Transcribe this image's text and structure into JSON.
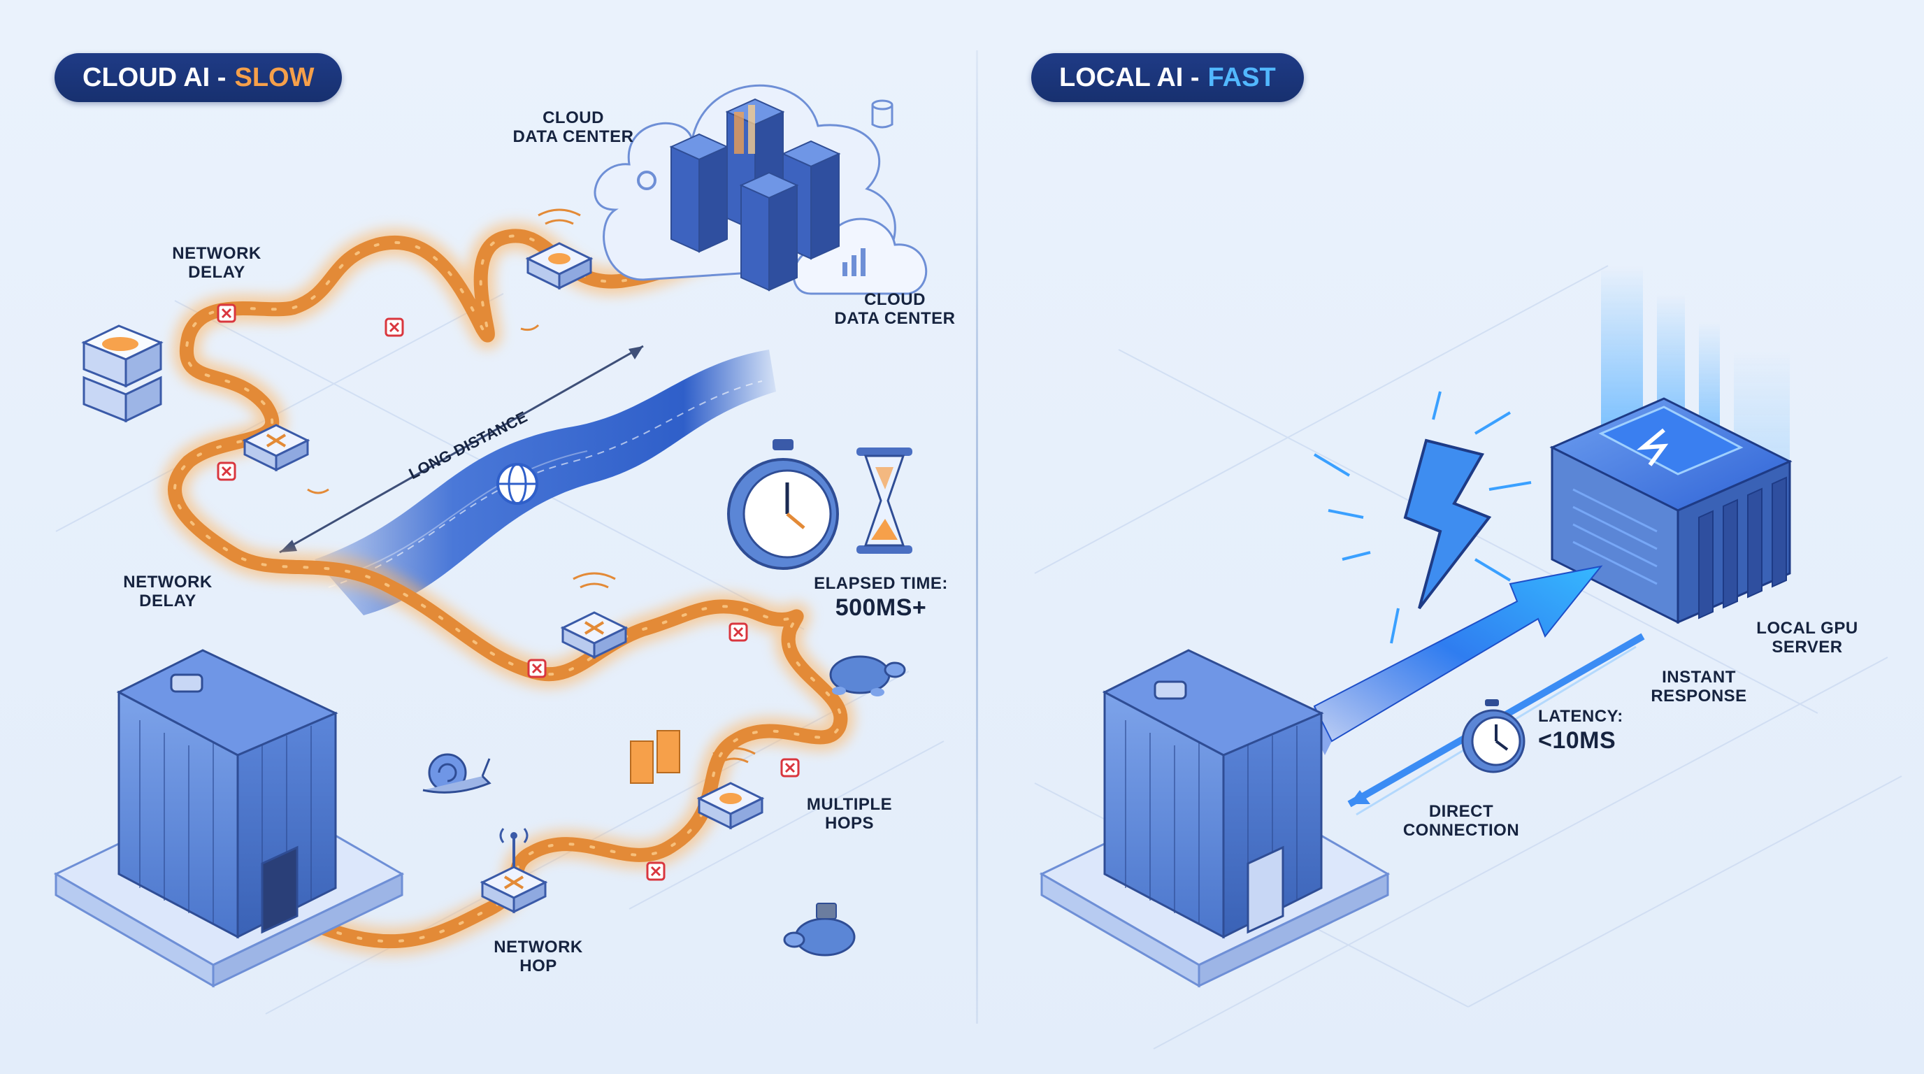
{
  "left_panel": {
    "title_main": "CLOUD AI -",
    "title_accent": "SLOW",
    "labels": {
      "cloud_data_center_top": "CLOUD\nDATA CENTER",
      "cloud_data_center_right": "CLOUD\nDATA CENTER",
      "network_delay_top": "NETWORK\nDELAY",
      "network_delay_mid": "NETWORK\nDELAY",
      "long_distance": "LONG DISTANCE",
      "elapsed_time_label": "ELAPSED TIME:",
      "elapsed_time_value": "500ms+",
      "multiple_hops": "MULTIPLE\nHOPS",
      "network_hop": "NETWORK\nHOP"
    }
  },
  "right_panel": {
    "title_main": "LOCAL AI -",
    "title_accent": "FAST",
    "labels": {
      "local_gpu_server": "LOCAL GPU\nSERVER",
      "instant_response": "INSTANT\nRESPONSE",
      "latency_label": "LATENCY:",
      "latency_value": "<10ms",
      "direct_connection": "DIRECT\nCONNECTION"
    }
  },
  "colors": {
    "title_pill": "#1f3b86",
    "slow_accent": "#f6a04a",
    "fast_accent": "#52b8ff",
    "path_orange": "#e38a37",
    "glow_orange": "#ffc27a",
    "building_blue": "#5b86d6",
    "river_blue": "#3f6fd1",
    "beam_blue": "#2f8bff"
  }
}
